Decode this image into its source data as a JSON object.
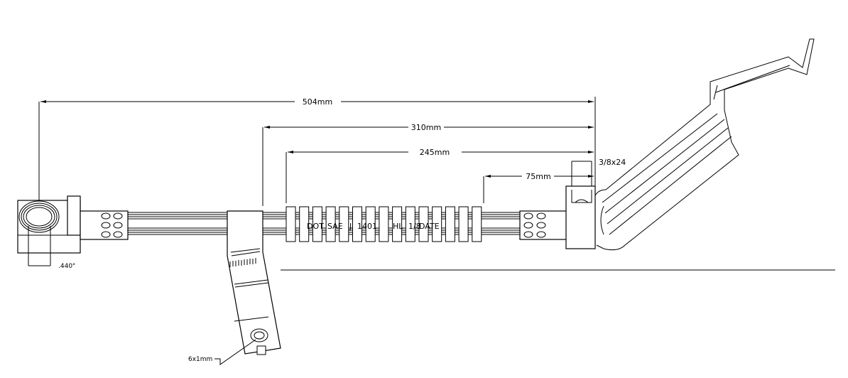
{
  "dimensions": {
    "overall": "504mm",
    "to_bracket": "310mm",
    "to_sleeve": "245mm",
    "sleeve_end": "75mm",
    "thread": "3/8x24",
    "port_width": ".440\"",
    "bracket_hole": "6x1mm"
  },
  "hose_marking": [
    "DOT",
    "SAE",
    "J",
    "1401",
    "HL",
    "1/8",
    "DATE"
  ]
}
